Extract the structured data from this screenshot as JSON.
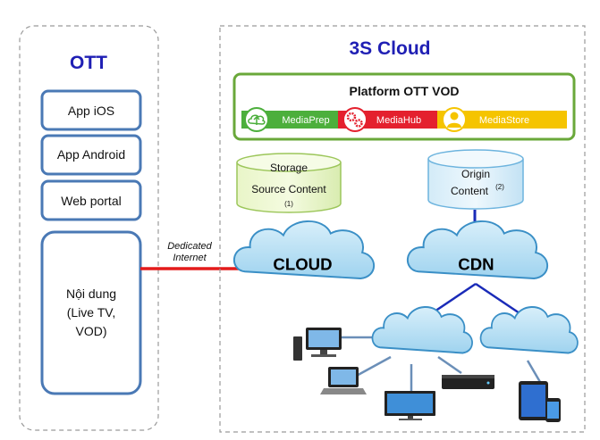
{
  "ott_panel": {
    "title": "OTT",
    "items": [
      "App iOS",
      "App Android",
      "Web portal"
    ],
    "content_lines": [
      "Nội dung",
      "(Live TV,",
      "VOD)"
    ]
  },
  "connection": {
    "label_line1": "Dedicated",
    "label_line2": "Internet"
  },
  "cloud_panel": {
    "title": "3S Cloud",
    "platform": {
      "title": "Platform OTT VOD",
      "modules": [
        {
          "name": "MediaPrep",
          "color": "#4caf3c"
        },
        {
          "name": "MediaHub",
          "color": "#e4202e"
        },
        {
          "name": "MediaStore",
          "color": "#f5c400"
        }
      ]
    },
    "storage": {
      "line1": "Storage",
      "line2": "Source Content",
      "note": "(1)"
    },
    "origin": {
      "line1": "Origin",
      "line2": "Content",
      "note": "(2)"
    },
    "cloud_label": "CLOUD",
    "cdn_label": "CDN"
  },
  "colors": {
    "box_border": "#4a79b5",
    "platform_border": "#6aa83a",
    "cloud_fill": "#b5def3",
    "cloud_stroke": "#3a8fc6",
    "link_red": "#e41b1b",
    "link_blue": "#1a2bb8",
    "device_lines": "#6b8fb8"
  },
  "icons": [
    "desktop-icon",
    "laptop-icon",
    "monitor-icon",
    "set-top-box-icon",
    "tablet-icon",
    "phone-icon"
  ]
}
